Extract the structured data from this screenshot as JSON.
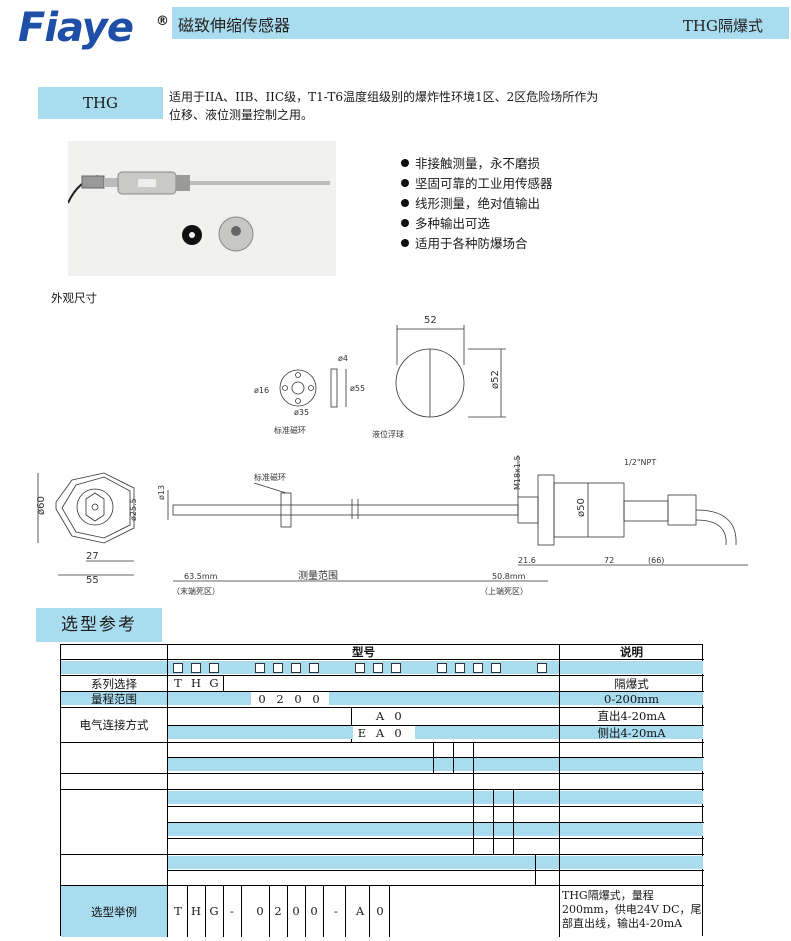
{
  "logo": {
    "text": "Fiaye",
    "reg": "®"
  },
  "header": {
    "title": "磁致伸缩传感器",
    "model": "THG隔爆式"
  },
  "intro": {
    "tag": "THG",
    "line1": "适用于IIA、IIB、IIC级，T1-T6温度组级别的爆炸性环境1区、2区危险场所作为",
    "line2": "位移、液位测量控制之用。"
  },
  "features": [
    "非接触测量，永不磨损",
    "坚固可靠的工业用传感器",
    "线形测量，绝对值输出",
    "多种输出可选",
    "适用于各种防爆场合"
  ],
  "dims_label": "外观尺寸",
  "drawing": {
    "ring_label": "标准磁环",
    "ball_label": "液位浮球",
    "magnet_label": "标准磁环",
    "npt": "1/2\"NPT",
    "d4": "ø4",
    "d16": "ø16",
    "d35": "ø35",
    "d55": "ø55",
    "w52": "52",
    "d52": "ø52",
    "d60": "ø60",
    "d25": "ø25.5",
    "w27": "27",
    "w55": "55",
    "d13": "ø13",
    "m18": "M18x1.5",
    "d50": "ø50",
    "w216": "21.6",
    "w72": "72",
    "w66": "(66)",
    "w635": "63.5mm",
    "range": "测量范围",
    "w508": "50.8mm",
    "end_dead": "（末端死区）",
    "top_dead": "（上端死区）"
  },
  "selection": {
    "tab": "选型参考",
    "model_header": "型号",
    "desc_header": "说明",
    "rows": [
      {
        "label": "系列选择",
        "code": [
          "T",
          "H",
          "G"
        ],
        "desc": "隔爆式"
      },
      {
        "label": "量程范围",
        "code": [
          "0",
          "2",
          "0",
          "0"
        ],
        "desc": "0-200mm"
      },
      {
        "label": "电气连接方式",
        "code_a": [
          "A",
          "0"
        ],
        "desc_a": "直出4-20mA",
        "code_b": [
          "E",
          "A",
          "0"
        ],
        "desc_b": "侧出4-20mA"
      }
    ],
    "example_label": "选型举例",
    "example_code": [
      "T",
      "H",
      "G",
      "-",
      "0",
      "2",
      "0",
      "0",
      "-",
      "A",
      "0"
    ],
    "example_desc": "THG隔爆式，量程200mm，供电24V DC，尾部直出线，输出4-20mA"
  }
}
